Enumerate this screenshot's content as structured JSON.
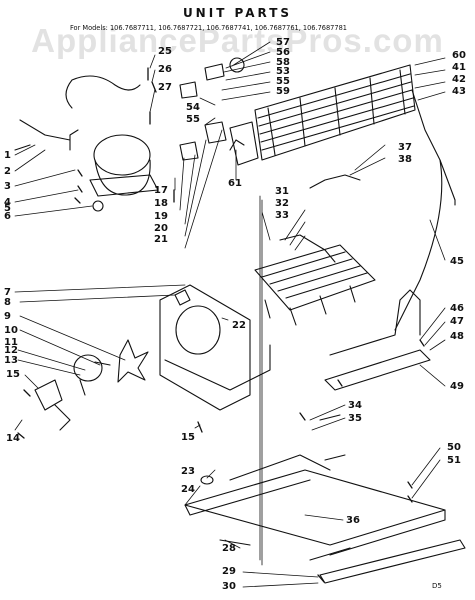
{
  "title": "UNIT PARTS",
  "models_line": "For Models: 106.7687711, 106.7687721, 106.7687741, 106.7687761, 106.7687781",
  "watermark": "AppliancePartsPros.com",
  "corner_code": "D5",
  "callouts": [
    "1",
    "2",
    "3",
    "4",
    "5",
    "6",
    "7",
    "8",
    "9",
    "10",
    "11",
    "12",
    "13",
    "14",
    "15",
    "15",
    "17",
    "18",
    "19",
    "20",
    "21",
    "22",
    "23",
    "24",
    "25",
    "26",
    "27",
    "28",
    "29",
    "30",
    "31",
    "32",
    "33",
    "34",
    "35",
    "36",
    "37",
    "38",
    "41",
    "42",
    "43",
    "45",
    "46",
    "47",
    "48",
    "49",
    "50",
    "51",
    "53",
    "54",
    "55",
    "56",
    "57",
    "58",
    "59",
    "60",
    "61"
  ]
}
